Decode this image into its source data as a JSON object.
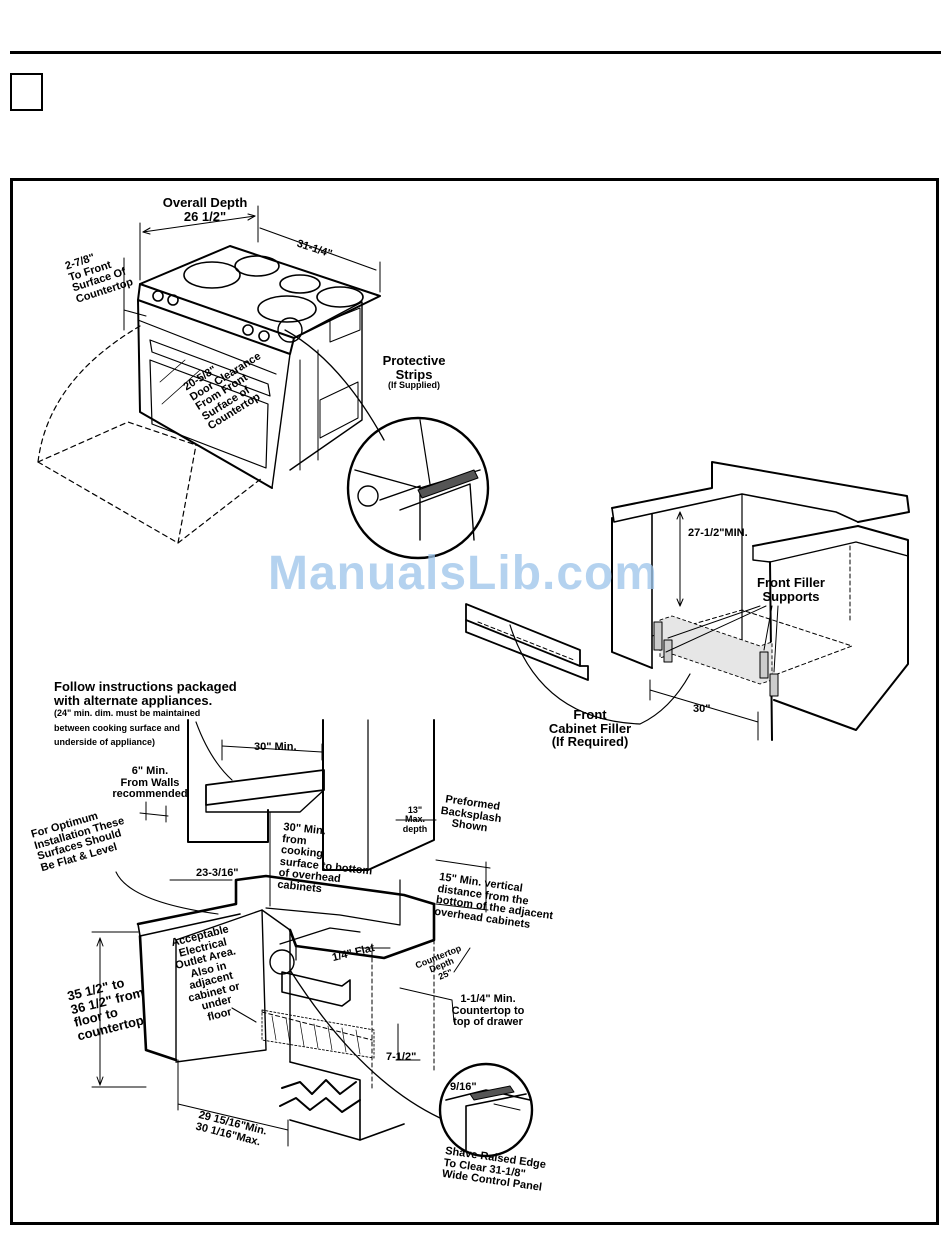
{
  "header": {
    "step_box": ""
  },
  "watermark": "ManualsLib.com",
  "range_figure": {
    "overall_depth": "Overall Depth",
    "overall_depth_value": "26 1/2\"",
    "width_value": "31-1/4\"",
    "front_surface": [
      "2-7/8\"",
      "To Front",
      "Surface Of",
      "Countertop"
    ],
    "door_clearance": [
      "20-5/8\"",
      "Door Clearance",
      "From Front",
      "Surface of",
      "Countertop"
    ],
    "protective_strips": [
      "Protective",
      "Strips"
    ],
    "if_supplied": "(If Supplied)"
  },
  "cabinet_figure": {
    "min_height": "27-1/2\"MIN.",
    "filler_supports": [
      "Front Filler",
      "Supports"
    ],
    "cabinet_filler": [
      "Front",
      "Cabinet Filler",
      "(If Required)"
    ],
    "width_value": "30\""
  },
  "install_figure": {
    "follow_title": [
      "Follow instructions packaged",
      "with alternate appliances."
    ],
    "follow_note": [
      "(24\" min. dim. must be maintained",
      "between cooking surface and",
      "underside of appliance)"
    ],
    "min_30": "30\" Min.",
    "walls": [
      "6\" Min.",
      "From Walls",
      "recommended"
    ],
    "max_depth": [
      "13\"",
      "Max.",
      "depth"
    ],
    "backsplash": [
      "Preformed",
      "Backsplash",
      "Shown"
    ],
    "optimum": [
      "For Optimum",
      "Installation These",
      "Surfaces Should",
      "Be Flat & Level"
    ],
    "cooking_surface": [
      "30\" Min.",
      "from",
      "cooking",
      "surface to bottom",
      "of overhead",
      "cabinets"
    ],
    "side_dim": "23-3/16\"",
    "vertical": [
      "15\" Min. vertical",
      "distance from the",
      "bottom of the adjacent",
      "overhead cabinets"
    ],
    "outlet": [
      "Acceptable",
      "Electrical",
      "Outlet Area.",
      "Also in",
      "adjacent",
      "cabinet or",
      "under",
      "floor"
    ],
    "flat": "1/4\" Flat",
    "countertop_depth": [
      "Countertop",
      "Depth",
      "25\""
    ],
    "drawer": [
      "1-1/4\" Min.",
      "Countertop to",
      "top of drawer"
    ],
    "height": [
      "35 1/2\" to",
      "36 1/2\" from",
      "floor to",
      "countertop"
    ],
    "drawer_height": "7-1/2\"",
    "edge_dim": "9/16\"",
    "cutout_width": [
      "29 15/16\"Min.",
      "30 1/16\"Max."
    ],
    "shave": [
      "Shave Raised Edge",
      "To Clear 31-1/8\"",
      "Wide Control Panel"
    ]
  }
}
